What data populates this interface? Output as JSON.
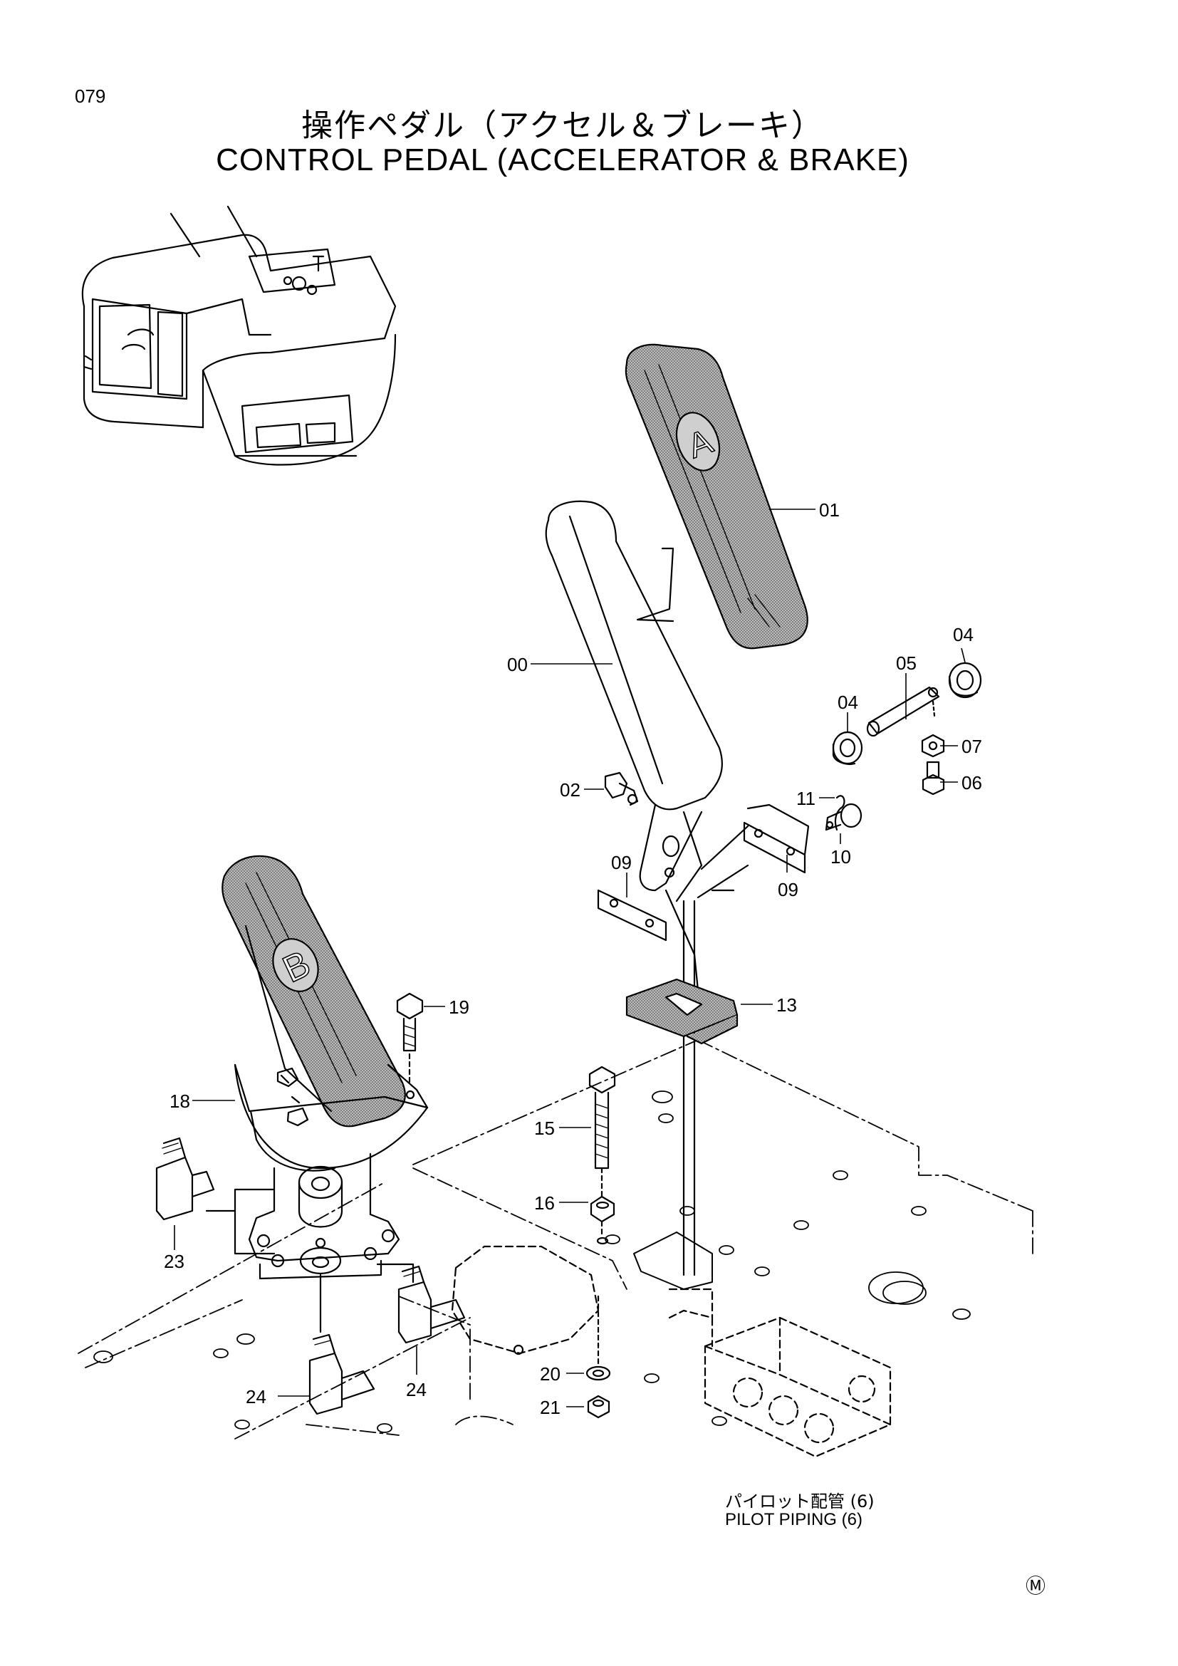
{
  "page_number": "079",
  "title_jp": "操作ペダル（アクセル＆ブレーキ）",
  "title_en": "CONTROL  PEDAL  (ACCELERATOR & BRAKE)",
  "pedal_letters": {
    "accelerator": "A",
    "brake": "B"
  },
  "callouts": [
    {
      "id": "01",
      "part": "accelerator-pedal-pad"
    },
    {
      "id": "00",
      "part": "accelerator-pedal"
    },
    {
      "id": "04",
      "part": "bushing-upper"
    },
    {
      "id": "05",
      "part": "pin"
    },
    {
      "id": "04",
      "part": "bushing-lower"
    },
    {
      "id": "07",
      "part": "nut"
    },
    {
      "id": "06",
      "part": "bolt"
    },
    {
      "id": "02",
      "part": "grease-fitting"
    },
    {
      "id": "11",
      "part": "cotter-pin"
    },
    {
      "id": "10",
      "part": "clevis-pin"
    },
    {
      "id": "09",
      "part": "plate-left"
    },
    {
      "id": "09",
      "part": "plate-right"
    },
    {
      "id": "13",
      "part": "boot"
    },
    {
      "id": "19",
      "part": "bolt-brake"
    },
    {
      "id": "18",
      "part": "brake-pedal-valve"
    },
    {
      "id": "15",
      "part": "bolt-long"
    },
    {
      "id": "16",
      "part": "nut-16"
    },
    {
      "id": "23",
      "part": "elbow-23"
    },
    {
      "id": "24",
      "part": "elbow-24-left"
    },
    {
      "id": "24",
      "part": "elbow-24-right"
    },
    {
      "id": "20",
      "part": "washer"
    },
    {
      "id": "21",
      "part": "nut-21"
    }
  ],
  "pilot_piping": {
    "jp": "パイロット配管  (6)",
    "en": "PILOT  PIPING  (6)"
  },
  "corner_mark": "Ⓜ"
}
